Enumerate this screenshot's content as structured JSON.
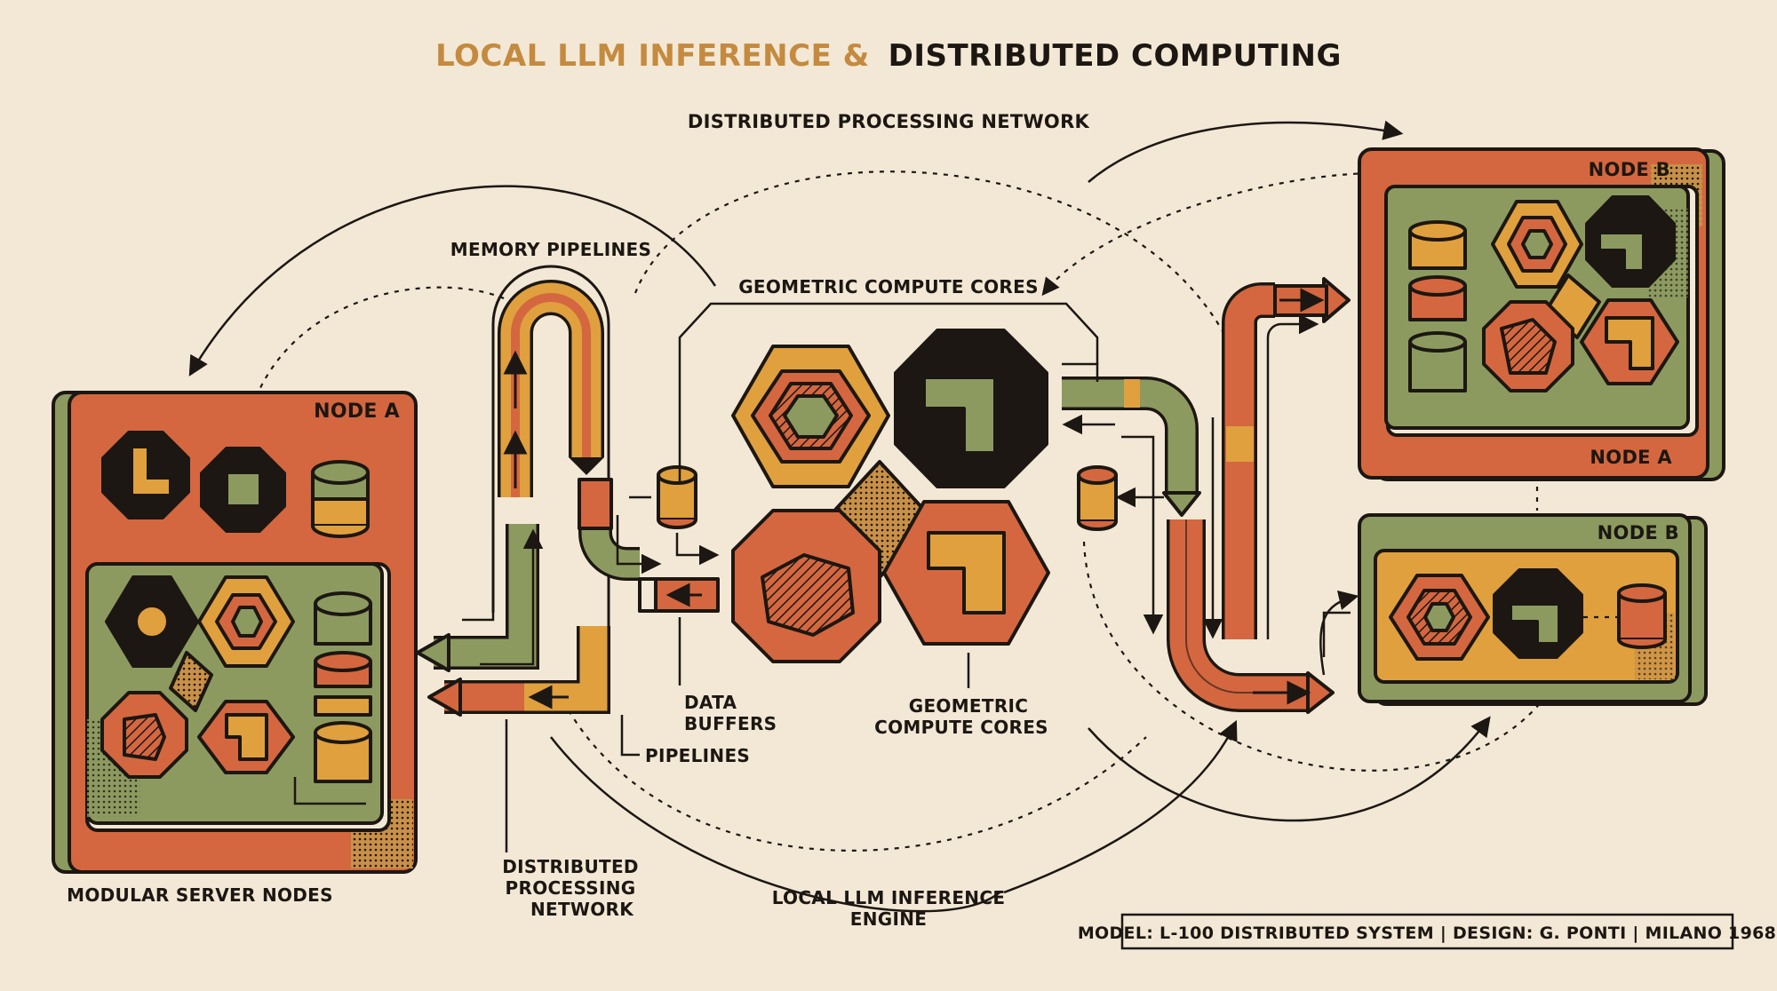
{
  "title": {
    "part_a": "LOCAL LLM INFERENCE &",
    "part_b": "DISTRIBUTED COMPUTING"
  },
  "labels": {
    "distributed_network_top": "DISTRIBUTED PROCESSING NETWORK",
    "memory_pipelines": "MEMORY PIPELINES",
    "geometric_cores_top": "GEOMETRIC COMPUTE CORES",
    "node_a": "NODE A",
    "node_b_top": "NODE B",
    "node_a_inner": "NODE A",
    "node_b_bottom": "NODE B",
    "data_buffers_1": "DATA",
    "data_buffers_2": "BUFFERS",
    "pipelines": "PIPELINES",
    "geometric_cores_bottom_1": "GEOMETRIC",
    "geometric_cores_bottom_2": "COMPUTE CORES",
    "modular_server_nodes": "MODULAR SERVER NODES",
    "distributed_network_bottom_1": "DISTRIBUTED",
    "distributed_network_bottom_2": "PROCESSING",
    "distributed_network_bottom_3": "NETWORK",
    "inference_engine_1": "LOCAL LLM INFERENCE",
    "inference_engine_2": "ENGINE"
  },
  "footer": {
    "credit": "MODEL: L-100 DISTRIBUTED SYSTEM | DESIGN: G. PONTI | MILANO 1968"
  },
  "colors": {
    "background": "#f3e8d5",
    "orange": "#d4673f",
    "green": "#8c9a60",
    "mustard": "#e0a03e",
    "ink": "#1c1712"
  }
}
